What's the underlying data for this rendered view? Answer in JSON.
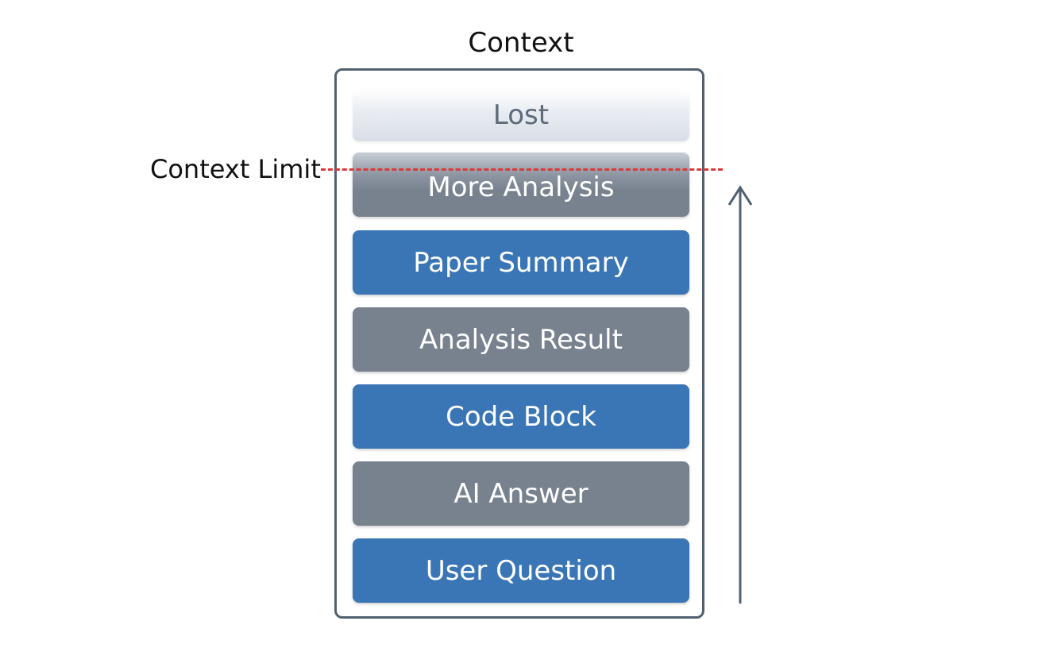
{
  "title": "Context",
  "limit_label": "Context Limit",
  "blocks": {
    "lost": "Lost",
    "more_analysis": "More Analysis",
    "paper_summary": "Paper Summary",
    "analysis_result": "Analysis Result",
    "code_block": "Code Block",
    "ai_answer": "AI Answer",
    "user_question": "User Question"
  },
  "colors": {
    "blue_block": "#3a76b5",
    "gray_block": "#78828f",
    "limit_line": "#d93b3b",
    "frame": "#50606f"
  }
}
